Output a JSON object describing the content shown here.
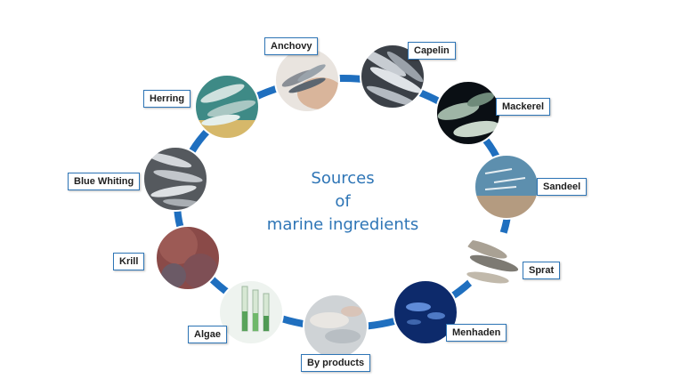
{
  "diagram": {
    "center_title": [
      "Sources",
      "of",
      "marine ingredients"
    ],
    "ring_color": "#1f6fbf",
    "nodes": [
      {
        "id": "anchovy",
        "label": "Anchovy",
        "icon": "hands-holding-anchovies-photo"
      },
      {
        "id": "capelin",
        "label": "Capelin",
        "icon": "capelin-fish-photo"
      },
      {
        "id": "mackerel",
        "label": "Mackerel",
        "icon": "mackerel-underwater-photo"
      },
      {
        "id": "sandeel",
        "label": "Sandeel",
        "icon": "sandeel-school-photo"
      },
      {
        "id": "sprat",
        "label": "Sprat",
        "icon": "sprat-fish-photo"
      },
      {
        "id": "menhaden",
        "label": "Menhaden",
        "icon": "menhaden-underwater-photo"
      },
      {
        "id": "byproducts",
        "label": "By products",
        "icon": "fish-fillet-processing-photo"
      },
      {
        "id": "algae",
        "label": "Algae",
        "icon": "algae-test-tubes-photo"
      },
      {
        "id": "krill",
        "label": "Krill",
        "icon": "krill-swarm-photo"
      },
      {
        "id": "bluewhiting",
        "label": "Blue Whiting",
        "icon": "blue-whiting-catch-photo"
      },
      {
        "id": "herring",
        "label": "Herring",
        "icon": "herring-school-photo"
      }
    ]
  }
}
